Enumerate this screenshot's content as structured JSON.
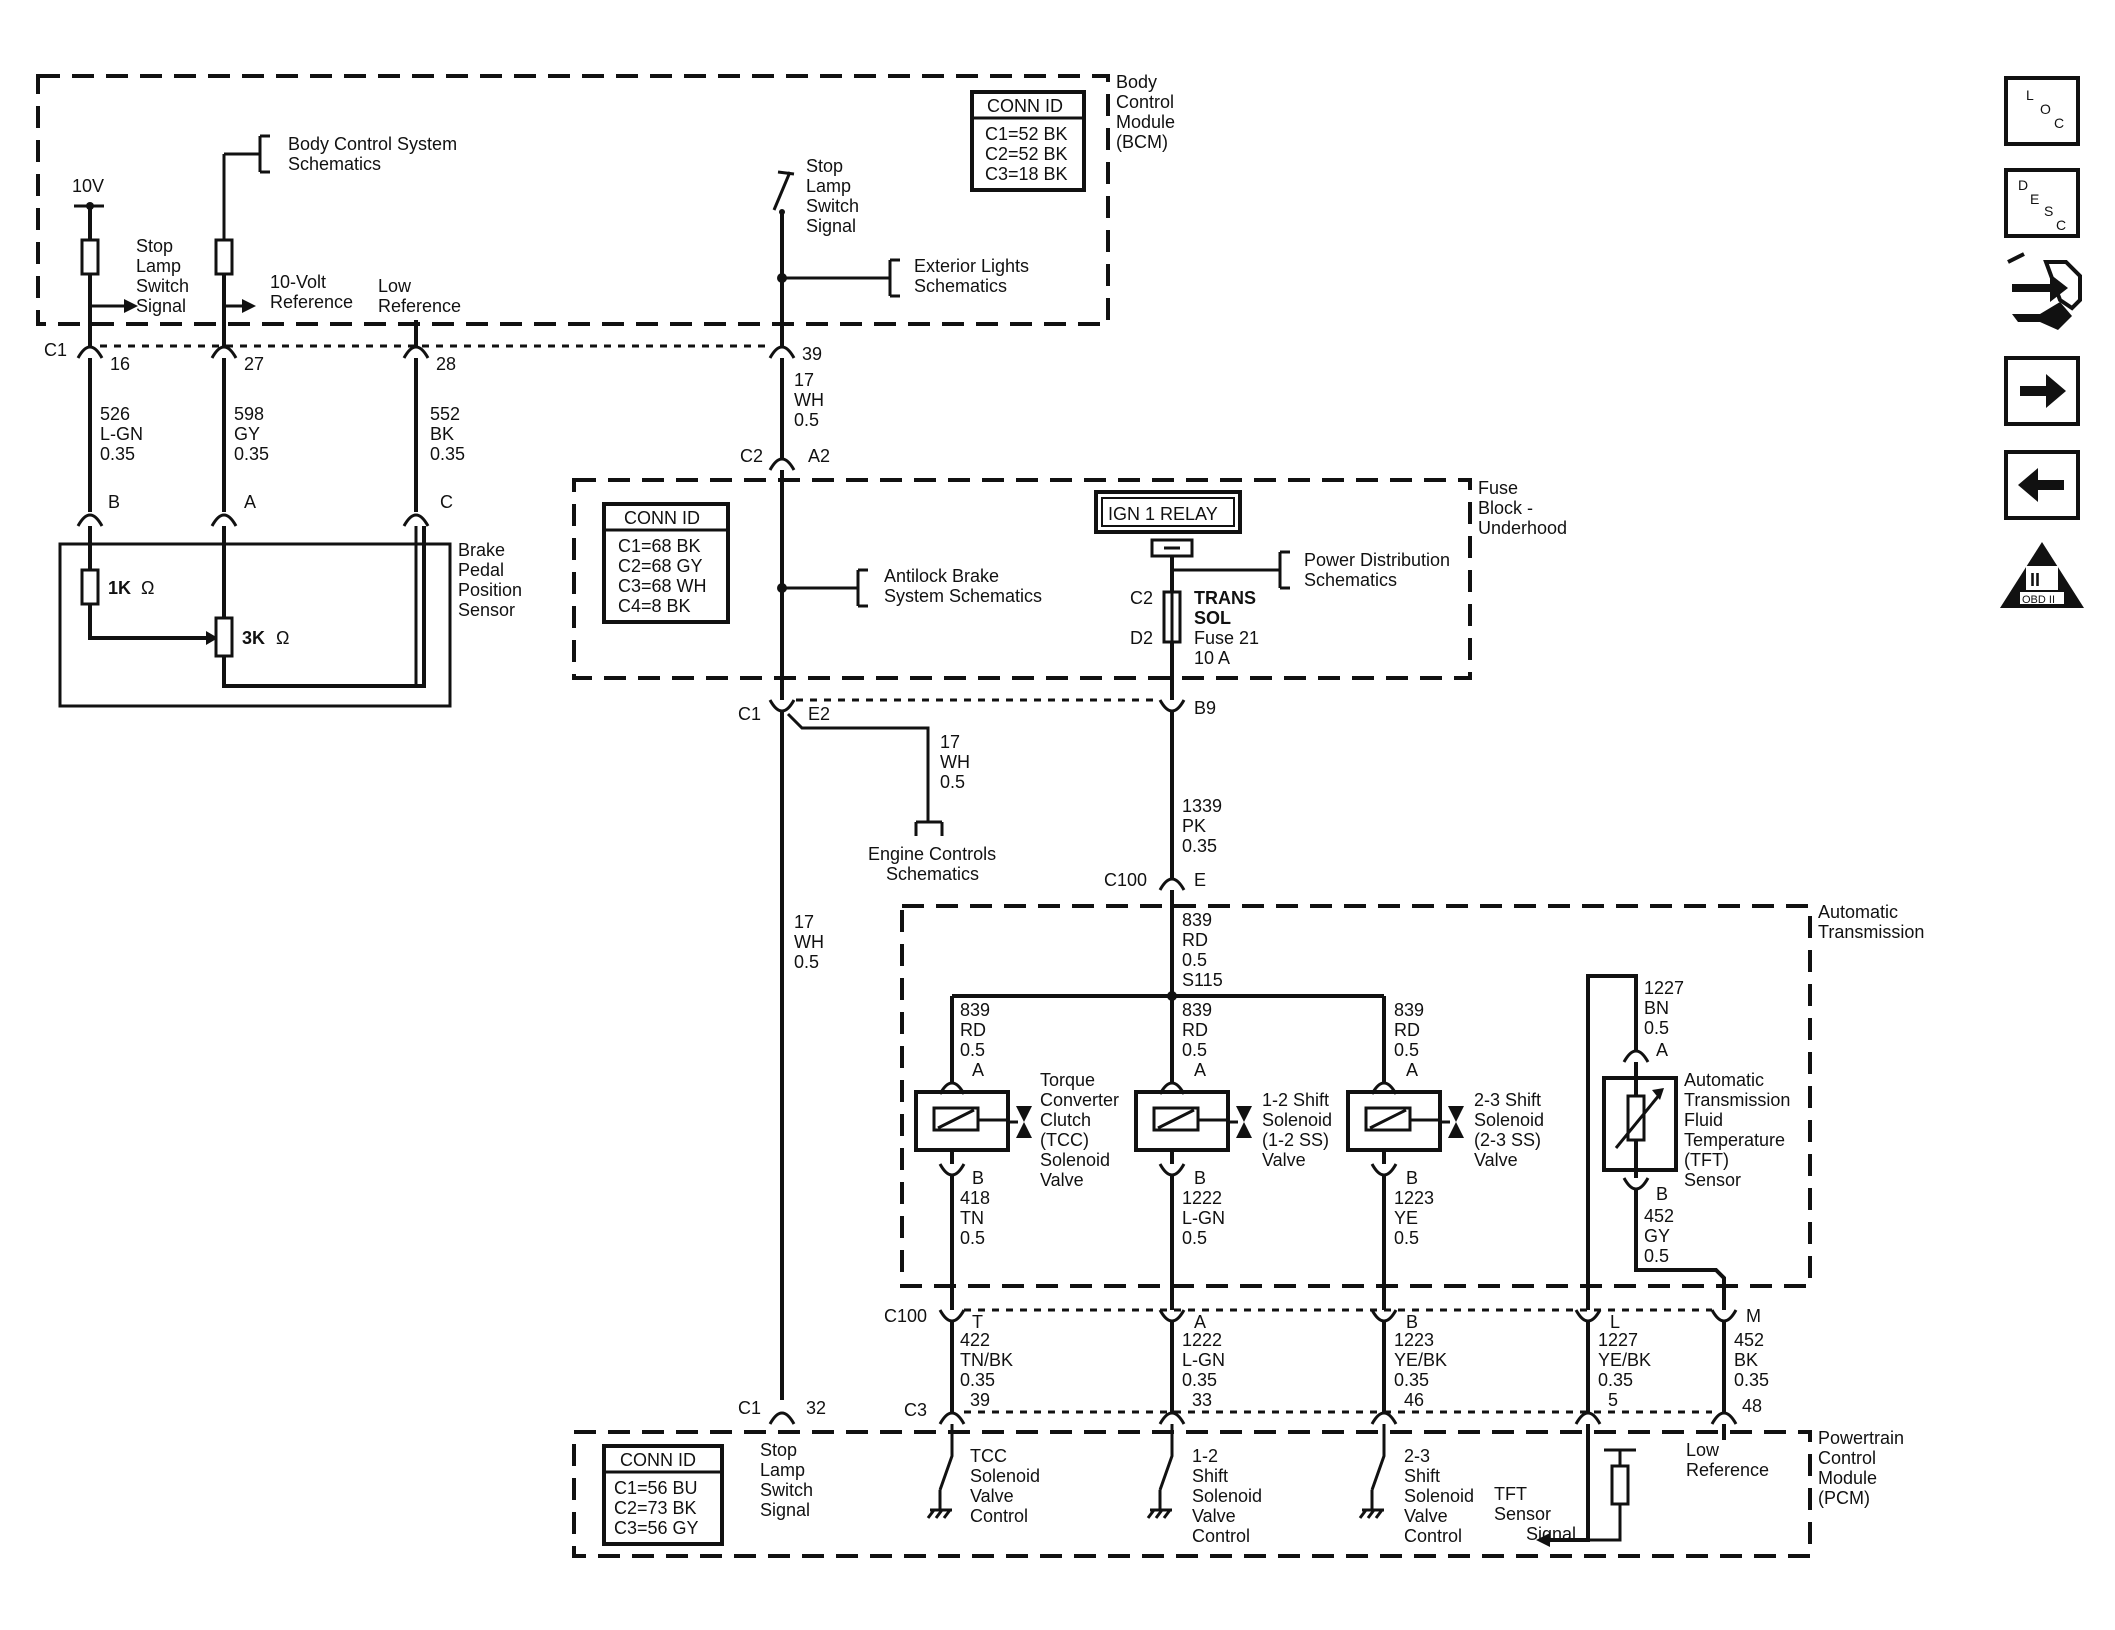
{
  "bcm": {
    "name": [
      "Body",
      "Control",
      "Module",
      "(BCM)"
    ],
    "conn_title": "CONN ID",
    "conn": [
      "C1=52 BK",
      "C2=52 BK",
      "C3=18 BK"
    ],
    "body_ctrl_schem": [
      "Body Control System",
      "Schematics"
    ],
    "v10": "10V",
    "stop_sig_left": [
      "Stop",
      "Lamp",
      "Switch",
      "Signal"
    ],
    "ten_volt_ref": [
      "10-Volt",
      "Reference"
    ],
    "low_ref": [
      "Low",
      "Reference"
    ],
    "stop_sig_switch": [
      "Stop",
      "Lamp",
      "Switch",
      "Signal"
    ],
    "ext_lights": [
      "Exterior Lights",
      "Schematics"
    ]
  },
  "bcm_c1": {
    "label": "C1",
    "pins": [
      "16",
      "27",
      "28",
      "39"
    ]
  },
  "wires_top": {
    "w526": [
      "526",
      "L-GN",
      "0.35"
    ],
    "w598": [
      "598",
      "GY",
      "0.35"
    ],
    "w552": [
      "552",
      "BK",
      "0.35"
    ],
    "w17a": [
      "17",
      "WH",
      "0.5"
    ]
  },
  "bpp": {
    "pins": [
      "B",
      "A",
      "C"
    ],
    "r1": "1K",
    "r2": "3K",
    "name": [
      "Brake",
      "Pedal",
      "Position",
      "Sensor"
    ]
  },
  "fuse_block": {
    "c2_label": "C2",
    "a2_label": "A2",
    "name": [
      "Fuse",
      "Block -",
      "Underhood"
    ],
    "conn_title": "CONN ID",
    "conn": [
      "C1=68 BK",
      "C2=68 GY",
      "C3=68 WH",
      "C4=8 BK"
    ],
    "abs_schem": [
      "Antilock Brake",
      "System Schematics"
    ],
    "relay": "IGN 1 RELAY",
    "pwr_dist": [
      "Power Distribution",
      "Schematics"
    ],
    "fuse_c2": "C2",
    "fuse_d2": "D2",
    "fuse": [
      "TRANS",
      "SOL",
      "Fuse 21",
      "10 A"
    ],
    "c1_label": "C1",
    "e2": "E2",
    "b9": "B9"
  },
  "mid_wires": {
    "w17b": [
      "17",
      "WH",
      "0.5"
    ],
    "engine_ctrl": [
      "Engine Controls",
      "Schematics"
    ],
    "w1339": [
      "1339",
      "PK",
      "0.35"
    ],
    "c100_label": "C100",
    "c100_e": "E",
    "w17c": [
      "17",
      "WH",
      "0.5"
    ]
  },
  "trans": {
    "name": [
      "Automatic",
      "Transmission"
    ],
    "w839_main": [
      "839",
      "RD",
      "0.5",
      "S115"
    ],
    "w839": [
      "839",
      "RD",
      "0.5"
    ],
    "pin_a": "A",
    "pin_b": "B",
    "tcc": [
      "Torque",
      "Converter",
      "Clutch",
      "(TCC)",
      "Solenoid",
      "Valve"
    ],
    "ss12": [
      "1-2 Shift",
      "Solenoid",
      "(1-2 SS)",
      "Valve"
    ],
    "ss23": [
      "2-3 Shift",
      "Solenoid",
      "(2-3 SS)",
      "Valve"
    ],
    "w1227": [
      "1227",
      "BN",
      "0.5"
    ],
    "tft": [
      "Automatic",
      "Transmission",
      "Fluid",
      "Temperature",
      "(TFT)",
      "Sensor"
    ],
    "w418": [
      "418",
      "TN",
      "0.5"
    ],
    "w1222": [
      "1222",
      "L-GN",
      "0.5"
    ],
    "w1223": [
      "1223",
      "YE",
      "0.5"
    ],
    "w452": [
      "452",
      "GY",
      "0.5"
    ]
  },
  "c100b": {
    "label": "C100",
    "pins": [
      "T",
      "A",
      "B",
      "L",
      "M"
    ],
    "w422": [
      "422",
      "TN/BK",
      "0.35",
      "39"
    ],
    "w1222": [
      "1222",
      "L-GN",
      "0.35",
      "33"
    ],
    "w1223": [
      "1223",
      "YE/BK",
      "0.35",
      "46"
    ],
    "w1227": [
      "1227",
      "YE/BK",
      "0.35",
      "5"
    ],
    "w452": [
      "452",
      "BK",
      "0.35",
      "48"
    ]
  },
  "pcm": {
    "c1": "C1",
    "c1_pin": "32",
    "c3": "C3",
    "name": [
      "Powertrain",
      "Control",
      "Module",
      "(PCM)"
    ],
    "conn_title": "CONN ID",
    "conn": [
      "C1=56 BU",
      "C2=73 BK",
      "C3=56 GY"
    ],
    "stop_sig": [
      "Stop",
      "Lamp",
      "Switch",
      "Signal"
    ],
    "tcc_ctrl": [
      "TCC",
      "Solenoid",
      "Valve",
      "Control"
    ],
    "ss12_ctrl": [
      "1-2",
      "Shift",
      "Solenoid",
      "Valve",
      "Control"
    ],
    "ss23_ctrl": [
      "2-3",
      "Shift",
      "Solenoid",
      "Valve",
      "Control"
    ],
    "tft_sig": [
      "TFT",
      "Sensor",
      "Signal"
    ],
    "low_ref": [
      "Low",
      "Reference"
    ]
  },
  "nav": {
    "loc": [
      "L",
      "O",
      "C"
    ],
    "desc": [
      "D",
      "E",
      "S",
      "C"
    ],
    "obd": "OBD II",
    "obd_mark": "II"
  }
}
